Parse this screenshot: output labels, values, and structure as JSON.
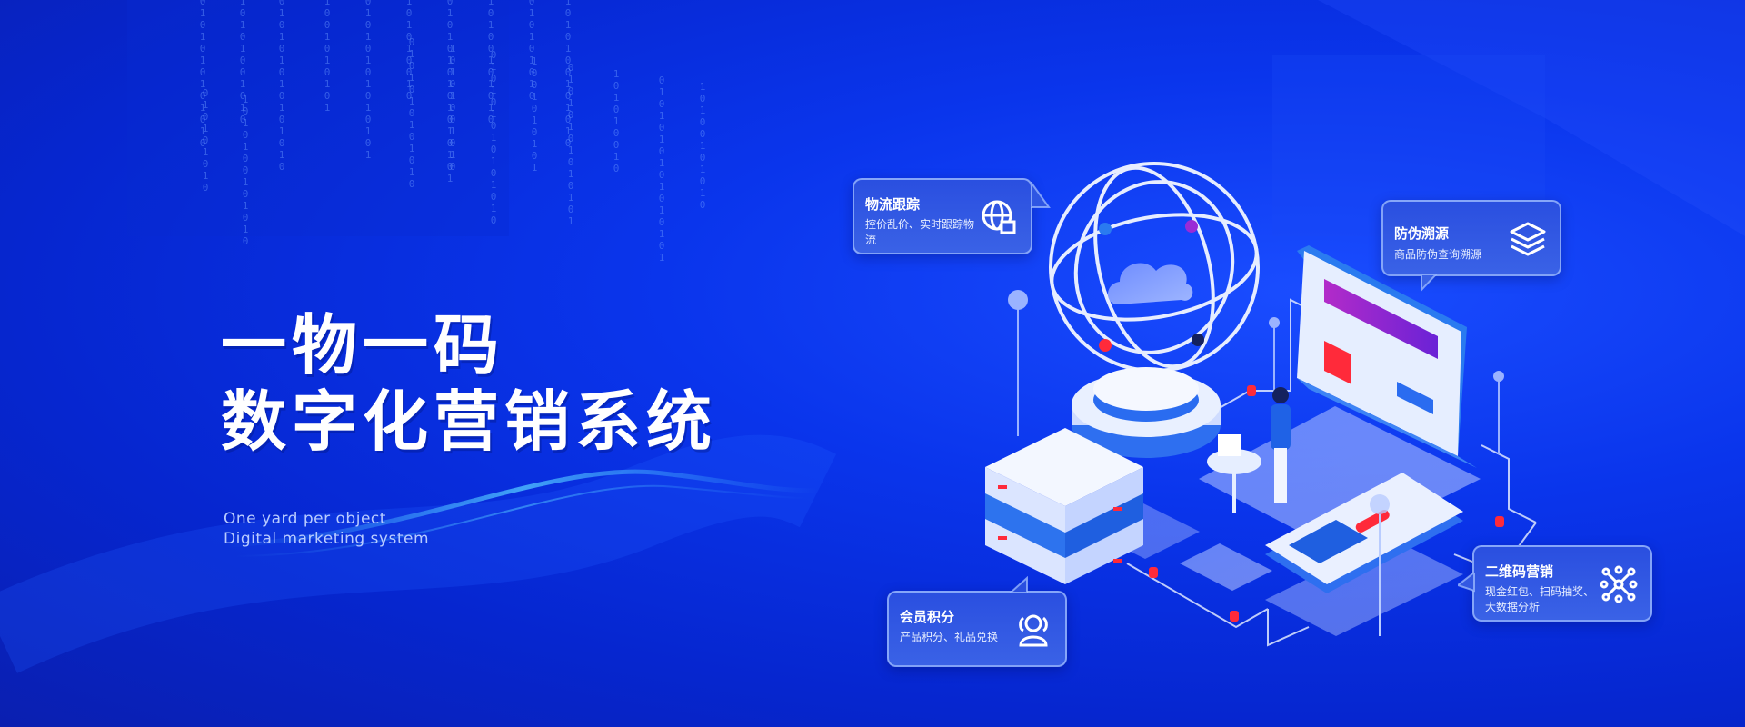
{
  "hero": {
    "title_line1": "一物一码",
    "title_line2": "数字化营销系统",
    "subtitle_line1": "One yard per object",
    "subtitle_line2": "Digital marketing system"
  },
  "binary_columns": [
    "0101010101010",
    "10101001010",
    "010101010101010",
    "1001010101",
    "01010101010101",
    "101010010",
    "0101010101010101",
    "10100101010",
    "010101010",
    "1010100101010"
  ],
  "callouts": {
    "logistics": {
      "title": "物流跟踪",
      "desc": "控价乱价、实时跟踪物流",
      "icon": "globe-shop-icon"
    },
    "anticounterfeit": {
      "title": "防伪溯源",
      "desc": "商品防伪查询溯源",
      "icon": "layers-icon"
    },
    "qrcode": {
      "title": "二维码营销",
      "desc": "现金红包、扫码抽奖、大数据分析",
      "icon": "network-icon"
    },
    "membership": {
      "title": "会员积分",
      "desc": "产品积分、礼品兑换",
      "icon": "users-icon"
    }
  },
  "colors": {
    "background": "#0a35ec",
    "accent_red": "#ff2a3a",
    "accent_purple": "#8a2be2",
    "panel": "#e8f0ff"
  }
}
